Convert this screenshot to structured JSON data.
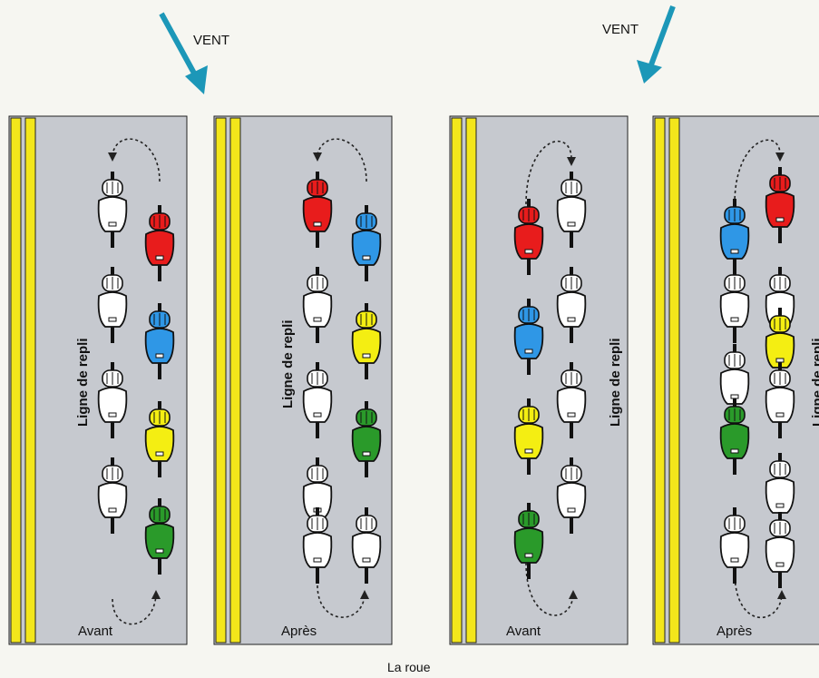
{
  "wind_label": "VENT",
  "caption": "La roue",
  "lane_label": "Ligne de repli",
  "colors": {
    "road": "#c6c9cf",
    "stripe": "#f3e61b",
    "arrow": "#1c97b8",
    "red": "#e81c1c",
    "blue": "#2f97e6",
    "yellow": "#f4ee12",
    "green": "#2a9a2a",
    "white": "#ffffff"
  },
  "panels": [
    {
      "label": "Avant",
      "left_col": [
        "white",
        "white",
        "white",
        "white"
      ],
      "right_col": [
        "red",
        "blue",
        "yellow",
        "green"
      ]
    },
    {
      "label": "Après",
      "left_col": [
        "red",
        "white",
        "white",
        "white",
        "white"
      ],
      "right_col": [
        "blue",
        "yellow",
        "green",
        "white"
      ]
    },
    {
      "label": "Avant",
      "left_col": [
        "red",
        "blue",
        "yellow",
        "green"
      ],
      "right_col": [
        "white",
        "white",
        "white",
        "white"
      ]
    },
    {
      "label": "Après",
      "left_col": [
        "blue",
        "white",
        "white",
        "green",
        "white"
      ],
      "right_col": [
        "red",
        "white",
        "yellow",
        "white",
        "white",
        "white"
      ]
    }
  ]
}
